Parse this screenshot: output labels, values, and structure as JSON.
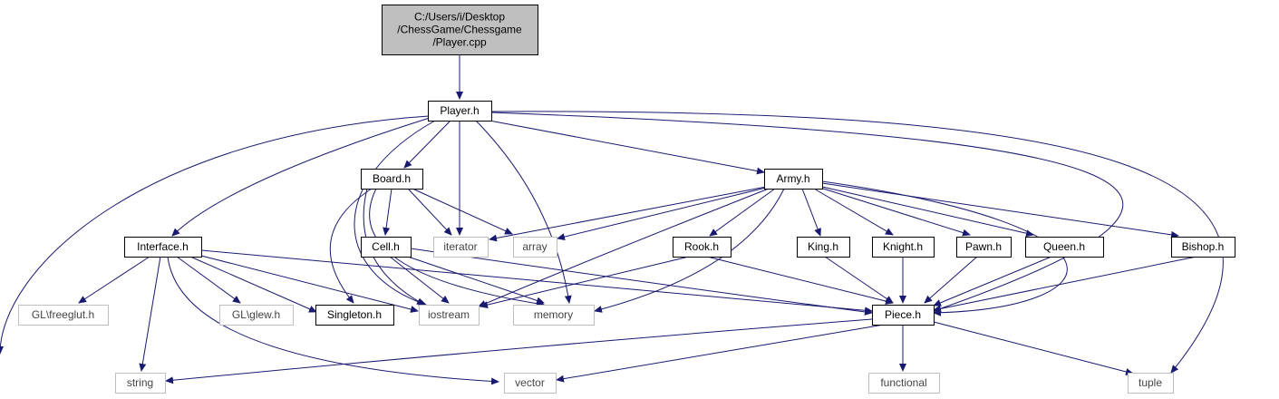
{
  "graph": {
    "colors": {
      "edge": "#191970",
      "box_border": "#000000",
      "sys_border": "#bfbfbf",
      "root_fill": "#bfbfbf",
      "box_fill": "#ffffff"
    },
    "nodes": [
      {
        "id": "root",
        "lines": [
          "C:/Users/i/Desktop",
          "/ChessGame/Chessgame",
          "/Player.cpp"
        ],
        "kind": "root"
      },
      {
        "id": "player",
        "lines": [
          "Player.h"
        ],
        "kind": "local"
      },
      {
        "id": "board",
        "lines": [
          "Board.h"
        ],
        "kind": "local"
      },
      {
        "id": "army",
        "lines": [
          "Army.h"
        ],
        "kind": "local"
      },
      {
        "id": "interface",
        "lines": [
          "Interface.h"
        ],
        "kind": "local"
      },
      {
        "id": "cell",
        "lines": [
          "Cell.h"
        ],
        "kind": "local"
      },
      {
        "id": "iterator",
        "lines": [
          "iterator"
        ],
        "kind": "system"
      },
      {
        "id": "array",
        "lines": [
          "array"
        ],
        "kind": "system"
      },
      {
        "id": "rook",
        "lines": [
          "Rook.h"
        ],
        "kind": "local"
      },
      {
        "id": "king",
        "lines": [
          "King.h"
        ],
        "kind": "local"
      },
      {
        "id": "knight",
        "lines": [
          "Knight.h"
        ],
        "kind": "local"
      },
      {
        "id": "pawn",
        "lines": [
          "Pawn.h"
        ],
        "kind": "local"
      },
      {
        "id": "queen",
        "lines": [
          "Queen.h"
        ],
        "kind": "local"
      },
      {
        "id": "bishop",
        "lines": [
          "Bishop.h"
        ],
        "kind": "local"
      },
      {
        "id": "freeglut",
        "lines": [
          "GL\\freeglut.h"
        ],
        "kind": "system"
      },
      {
        "id": "glew",
        "lines": [
          "GL\\glew.h"
        ],
        "kind": "system"
      },
      {
        "id": "singleton",
        "lines": [
          "Singleton.h"
        ],
        "kind": "local"
      },
      {
        "id": "iostream",
        "lines": [
          "iostream"
        ],
        "kind": "system"
      },
      {
        "id": "memory",
        "lines": [
          "memory"
        ],
        "kind": "system"
      },
      {
        "id": "piece",
        "lines": [
          "Piece.h"
        ],
        "kind": "local"
      },
      {
        "id": "string",
        "lines": [
          "string"
        ],
        "kind": "system"
      },
      {
        "id": "vector",
        "lines": [
          "vector"
        ],
        "kind": "system"
      },
      {
        "id": "functional",
        "lines": [
          "functional"
        ],
        "kind": "system"
      },
      {
        "id": "tuple",
        "lines": [
          "tuple"
        ],
        "kind": "system"
      }
    ],
    "edges": [
      [
        "root",
        "player"
      ],
      [
        "player",
        "board"
      ],
      [
        "player",
        "army"
      ],
      [
        "player",
        "interface"
      ],
      [
        "player",
        "iterator"
      ],
      [
        "player",
        "iostream"
      ],
      [
        "player",
        "memory"
      ],
      [
        "player",
        "string"
      ],
      [
        "player",
        "piece"
      ],
      [
        "player",
        "tuple"
      ],
      [
        "board",
        "cell"
      ],
      [
        "board",
        "iterator"
      ],
      [
        "board",
        "array"
      ],
      [
        "board",
        "singleton"
      ],
      [
        "board",
        "iostream"
      ],
      [
        "board",
        "memory"
      ],
      [
        "army",
        "iterator"
      ],
      [
        "army",
        "array"
      ],
      [
        "army",
        "rook"
      ],
      [
        "army",
        "king"
      ],
      [
        "army",
        "knight"
      ],
      [
        "army",
        "pawn"
      ],
      [
        "army",
        "queen"
      ],
      [
        "army",
        "bishop"
      ],
      [
        "army",
        "iostream"
      ],
      [
        "army",
        "memory"
      ],
      [
        "army",
        "piece"
      ],
      [
        "interface",
        "freeglut"
      ],
      [
        "interface",
        "glew"
      ],
      [
        "interface",
        "singleton"
      ],
      [
        "interface",
        "iostream"
      ],
      [
        "interface",
        "string"
      ],
      [
        "interface",
        "vector"
      ],
      [
        "interface",
        "piece"
      ],
      [
        "cell",
        "iostream"
      ],
      [
        "cell",
        "memory"
      ],
      [
        "cell",
        "piece"
      ],
      [
        "rook",
        "iostream"
      ],
      [
        "rook",
        "piece"
      ],
      [
        "king",
        "piece"
      ],
      [
        "knight",
        "piece"
      ],
      [
        "pawn",
        "piece"
      ],
      [
        "queen",
        "piece"
      ],
      [
        "bishop",
        "piece"
      ],
      [
        "piece",
        "string"
      ],
      [
        "piece",
        "vector"
      ],
      [
        "piece",
        "functional"
      ],
      [
        "piece",
        "tuple"
      ]
    ]
  }
}
